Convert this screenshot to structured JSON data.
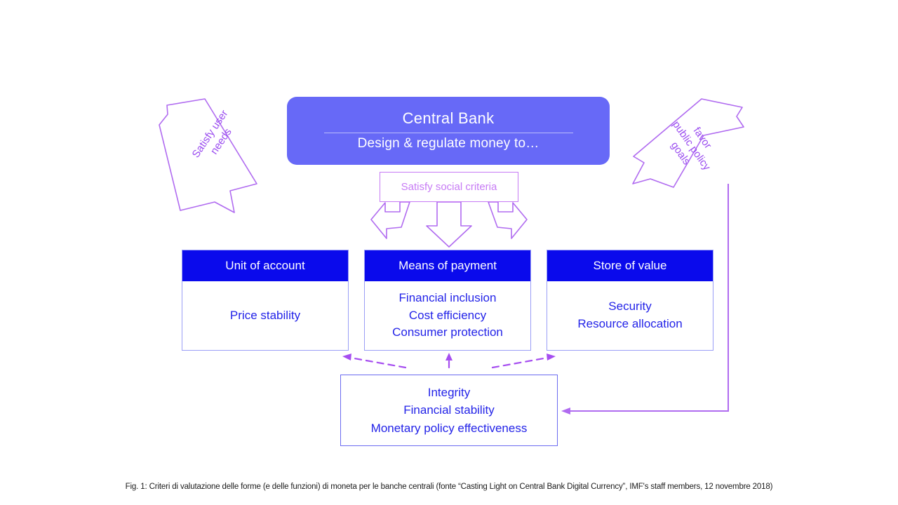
{
  "central_bank": {
    "title": "Central Bank",
    "subtitle": "Design & regulate money to…"
  },
  "social_criteria": {
    "label": "Satisfy social criteria"
  },
  "side_arrows": {
    "left": {
      "label_line1": "Satisfy user",
      "label_line2": "needs"
    },
    "right": {
      "label_line1": "favor",
      "label_line2": "public policy",
      "label_line3": "goals"
    }
  },
  "functions": [
    {
      "header": "Unit of account",
      "items": [
        "Price stability"
      ]
    },
    {
      "header": "Means of payment",
      "items": [
        "Financial inclusion",
        "Cost efficiency",
        "Consumer protection"
      ]
    },
    {
      "header": "Store of value",
      "items": [
        "Security",
        "Resource allocation"
      ]
    }
  ],
  "cross_cutting": {
    "items": [
      "Integrity",
      "Financial stability",
      "Monetary policy effectiveness"
    ]
  },
  "caption": {
    "text": "Fig. 1: Criteri di valutazione delle forme (e delle funzioni) di moneta per le banche centrali (fonte “Casting Light on Central Bank Digital Currency”, IMF's staff members, 12 novembre 2018)"
  },
  "colors": {
    "central_bank_fill": "#6769f7",
    "header_blue": "#0a0aec",
    "body_text_blue": "#2323e8",
    "arrow_purple": "#b06bf0",
    "label_purple": "#9b4df0",
    "box_border_blue": "#9a9ef6"
  }
}
